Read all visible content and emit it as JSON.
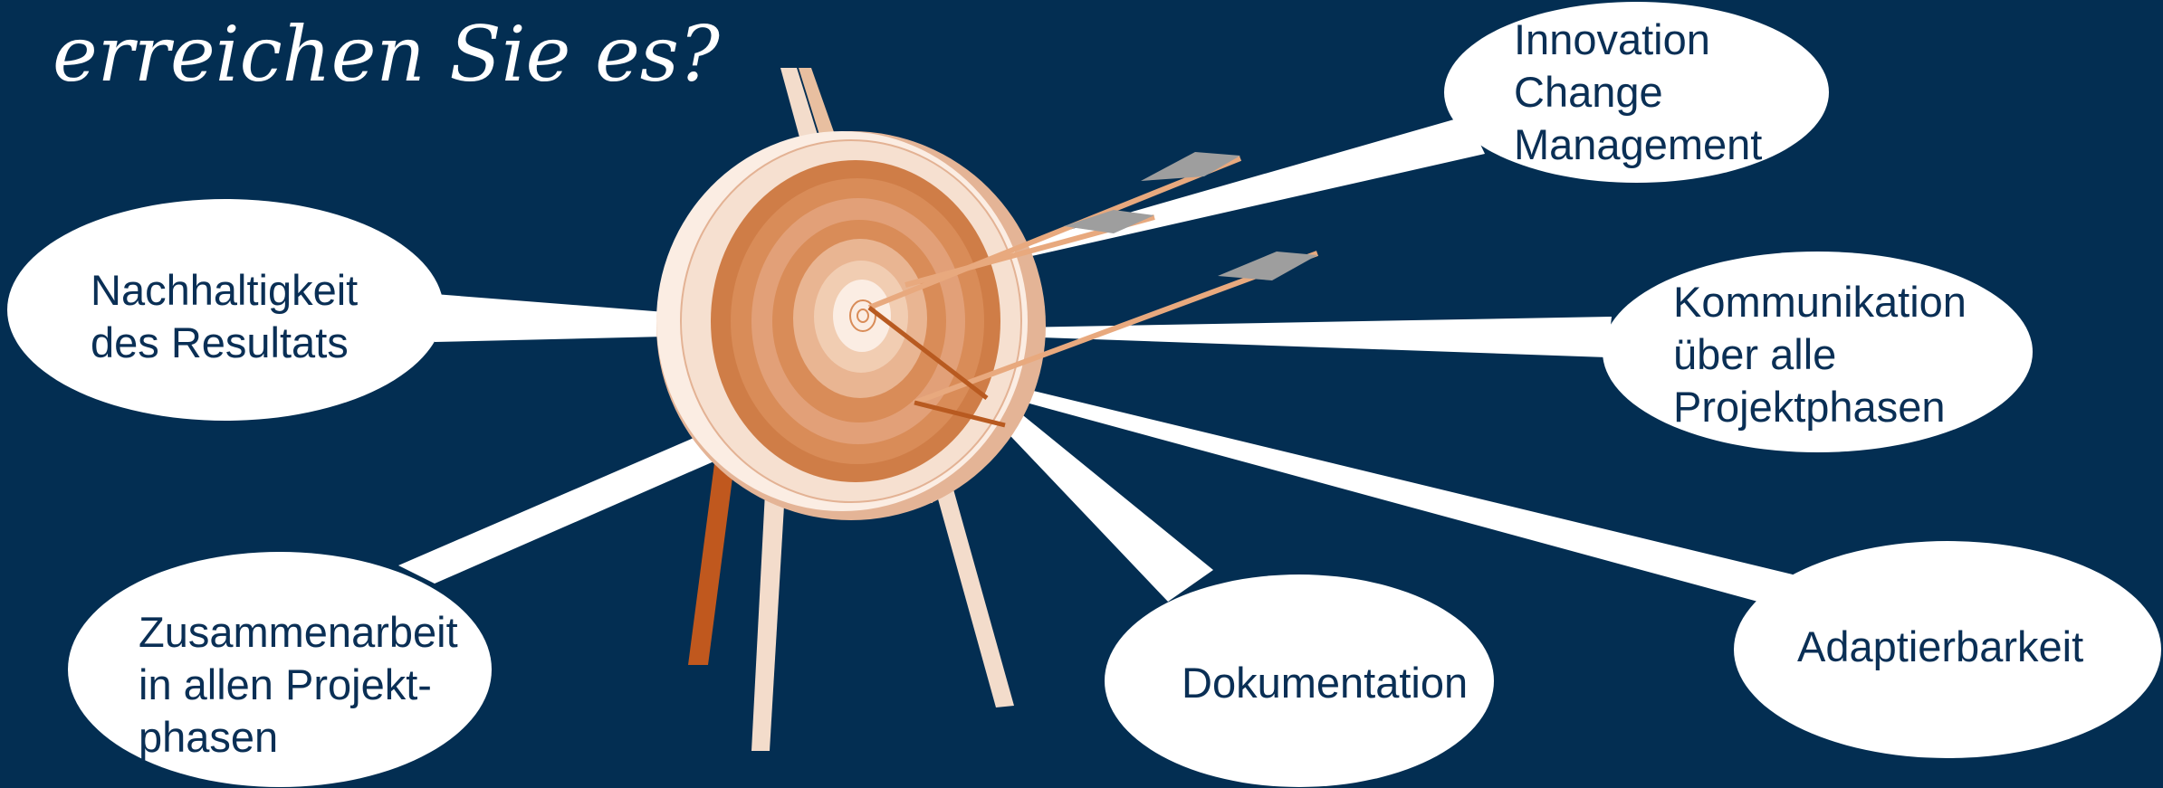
{
  "slide": {
    "title_partial": "erreichen Sie es?",
    "colors": {
      "background": "#032E52",
      "bubble": "#FFFFFF",
      "bubble_text": "#0A2F55",
      "target_dark": "#C8703A",
      "target_light": "#F2D3B8"
    },
    "bubbles": [
      {
        "id": "innovation",
        "text": "Innovation\nChange\nManagement"
      },
      {
        "id": "nachhaltigkeit",
        "text": "Nachhaltigkeit\ndes Resultats"
      },
      {
        "id": "kommunikation",
        "text": "Kommunikation\nüber alle\nProjektphasen"
      },
      {
        "id": "zusammenarbeit",
        "text": "Zusammenarbeit\nin allen Projekt-\nphasen"
      },
      {
        "id": "dokumentation",
        "text": "Dokumentation"
      },
      {
        "id": "adaptierbarkeit",
        "text": "Adaptierbarkeit"
      }
    ],
    "image": {
      "icon": "archery-target-icon",
      "arrows": 3
    }
  }
}
